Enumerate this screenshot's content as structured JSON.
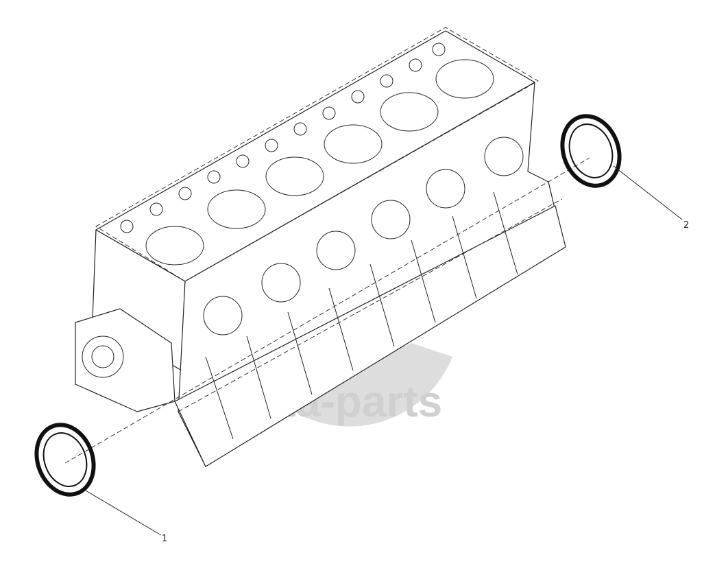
{
  "callouts": [
    {
      "id": "1",
      "label": "1"
    },
    {
      "id": "2",
      "label": "2"
    }
  ],
  "watermark": {
    "text": "emta-parts"
  },
  "parts": [
    {
      "callout": "1",
      "icon": "oil-seal-ring-front"
    },
    {
      "callout": "2",
      "icon": "oil-seal-ring-rear"
    },
    {
      "icon": "cylinder-block"
    }
  ]
}
